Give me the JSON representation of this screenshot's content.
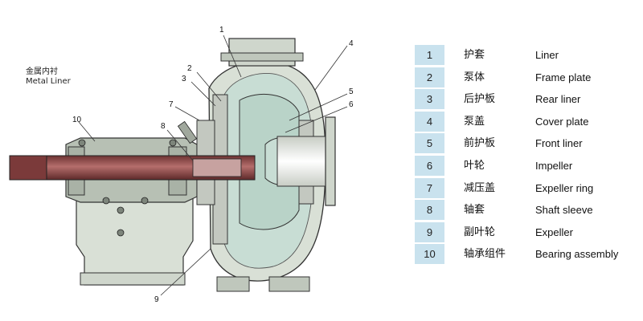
{
  "colors": {
    "liquid": "#c8ddd4",
    "casing": "#d9e0d6",
    "metal": "#c3c8c0",
    "shaft": "#8a4b4a",
    "bearing": "#b7c0b4",
    "legend_bg": "#c9e2ee"
  },
  "caption": {
    "zh": "金属内衬",
    "en": "Metal Liner"
  },
  "callouts": [
    "1",
    "2",
    "3",
    "4",
    "5",
    "6",
    "7",
    "8",
    "9",
    "10"
  ],
  "legend": [
    {
      "num": "1",
      "zh": "护套",
      "en": "Liner"
    },
    {
      "num": "2",
      "zh": "泵体",
      "en": "Frame plate"
    },
    {
      "num": "3",
      "zh": "后护板",
      "en": "Rear liner"
    },
    {
      "num": "4",
      "zh": "泵盖",
      "en": "Cover plate"
    },
    {
      "num": "5",
      "zh": "前护板",
      "en": "Front liner"
    },
    {
      "num": "6",
      "zh": "叶轮",
      "en": "Impeller"
    },
    {
      "num": "7",
      "zh": "减压盖",
      "en": "Expeller ring"
    },
    {
      "num": "8",
      "zh": "轴套",
      "en": "Shaft  sleeve"
    },
    {
      "num": "9",
      "zh": "副叶轮",
      "en": "Expeller"
    },
    {
      "num": "10",
      "zh": "轴承组件",
      "en": "Bearing assembly"
    }
  ]
}
